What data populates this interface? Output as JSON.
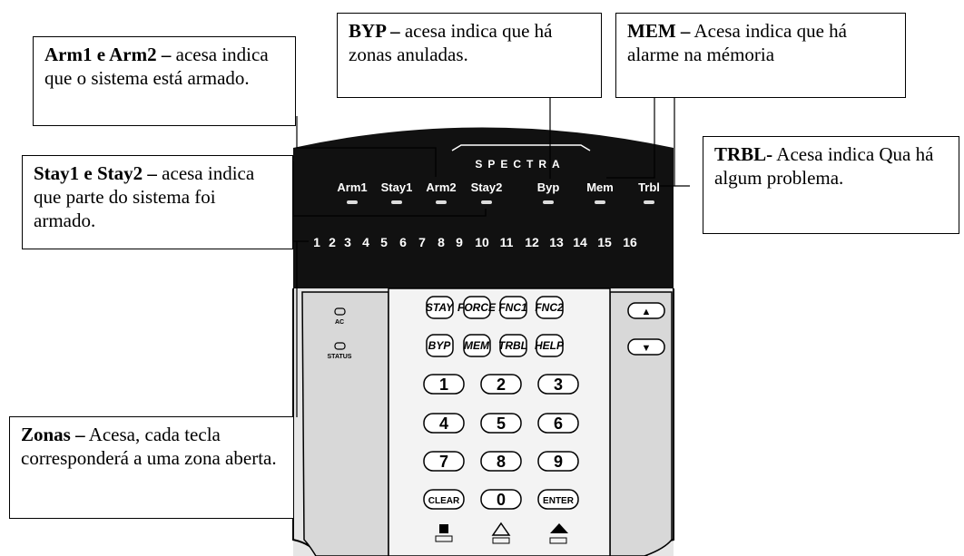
{
  "callouts": {
    "arm": {
      "bold": "Arm1 e Arm2 –",
      "text": " acesa indica que o sistema está armado."
    },
    "byp": {
      "bold": "BYP –",
      "text": " acesa indica que há zonas anuladas."
    },
    "mem": {
      "bold": "MEM –",
      "text": " Acesa indica que há alarme na mémoria"
    },
    "stay": {
      "bold": "Stay1 e Stay2 –",
      "text": " acesa indica que parte do sistema foi armado."
    },
    "trbl": {
      "bold": "TRBL-",
      "text": " Acesa indica Qua há algum problema."
    },
    "zonas": {
      "bold": "Zonas –",
      "text": " Acesa, cada tecla corresponderá a uma zona aberta."
    }
  },
  "keypad": {
    "brand": "SPECTRA",
    "indicators": [
      "Arm1",
      "Stay1",
      "Arm2",
      "Stay2",
      "Byp",
      "Mem",
      "Trbl"
    ],
    "zones": [
      "1",
      "2",
      "3",
      "4",
      "5",
      "6",
      "7",
      "8",
      "9",
      "10",
      "11",
      "12",
      "13",
      "14",
      "15",
      "16"
    ],
    "leds": [
      "AC",
      "STATUS"
    ],
    "function_keys": [
      "STAY",
      "FORCE",
      "FNC1",
      "FNC2",
      "BYP",
      "MEM",
      "TRBL",
      "HELP"
    ],
    "number_keys": [
      "1",
      "2",
      "3",
      "4",
      "5",
      "6",
      "7",
      "8",
      "9",
      "CLEAR",
      "0",
      "ENTER"
    ],
    "arrows": [
      "▲",
      "▼"
    ]
  }
}
